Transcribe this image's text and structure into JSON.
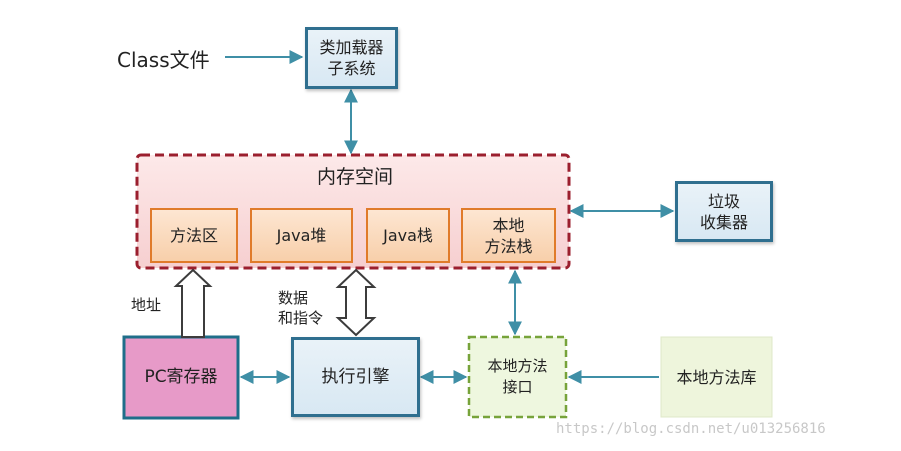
{
  "class_file": "Class文件",
  "class_loader": "类加载器\n子系统",
  "memory_area": {
    "title": "内存空间",
    "items": [
      "方法区",
      "Java堆",
      "Java栈",
      "本地\n方法栈"
    ]
  },
  "gc": "垃圾\n收集器",
  "address_label": "地址",
  "data_label": "数据\n和指令",
  "pc_register": "PC寄存器",
  "exec_engine": "执行引擎",
  "native_interface": "本地方法\n接口",
  "native_library": "本地方法库",
  "watermark": "https://blog.csdn.net/u013256816",
  "colors": {
    "arrow": "#3f8fa6",
    "blue_border": "#2f6f8f",
    "memory_border": "#9b1f2e",
    "orange_border": "#e07b2a",
    "pc_fill": "#e79ac8",
    "native_iface_border": "#77a33a",
    "native_lib_fill": "#eef5dc"
  }
}
